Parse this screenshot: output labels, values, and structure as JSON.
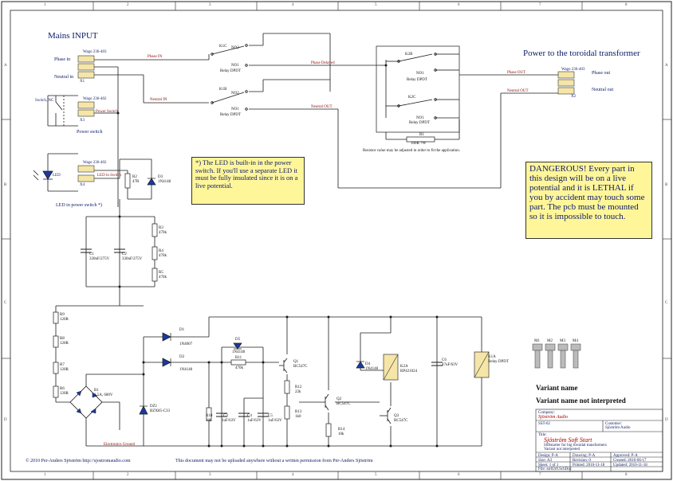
{
  "border": {
    "columns": [
      "1",
      "2",
      "3",
      "4",
      "5",
      "6",
      "7",
      "8"
    ],
    "rows": [
      "A",
      "B",
      "C",
      "D"
    ]
  },
  "titles": {
    "mains_input": "Mains INPUT",
    "power_to_toroid": "Power to the toroidal transformer"
  },
  "notes": {
    "led_note": "*) The LED is built-in in the power switch. If you'll use a separate LED it must be fully insulated since it is on a live potential.",
    "danger_note": "DANGEROUS! Every part in this design will be on a live potential and it is LETHAL if you by accident may touch some part. The pcb must be mounted so it is impossible to touch.",
    "resistor_note": "Resistor value may be adjusted in order to fit the application."
  },
  "labels": {
    "phase_in": "Phase in",
    "neutral_in": "Neutral in",
    "phase_out": "Phase out",
    "neutral_out": "Neutral out",
    "power_switch": "Power switch",
    "led_in_power_switch": "LED in power switch *)",
    "wago_x1": "Wago 236-403",
    "wago_x2": "Wago 236-403",
    "wago_x3": "Wago 236-402",
    "wago_x4": "Wago 236-402",
    "x1": "X1",
    "x2": "X2",
    "x3": "X3",
    "x4": "X4",
    "switch": "Switch, NC",
    "led": "LED",
    "variant_name": "Variant name",
    "variant_not_interpreted": "Variant name not interpreted",
    "copyright": "© 2010 Per-Anders Sjöström http://sjostromaudio.com",
    "no_upload": "This document may not be uploaded anywhere without a written permission from Per-Anders Sjöström"
  },
  "nets": {
    "phase_in": "Phase IN",
    "neutral_in": "Neutral IN",
    "phase_delayed": "Phase Delayed",
    "neutral_out": "Neutral OUT",
    "phase_out": "Phase OUT",
    "neutral_out2": "Neutral OUT",
    "power_switch": "Power Switch",
    "led_in_switch": "LED in Switch",
    "electronics_ground": "Electronics Ground"
  },
  "components": {
    "k1c": "K1C",
    "k1b": "K1B",
    "k2b": "K2B",
    "k2c": "K2C",
    "relay_dpdt": "Relay DPDT",
    "no1": "NO1",
    "no2": "NO2",
    "r1": "R1",
    "r1_val": "100R 7W",
    "r2": "R2",
    "r2_val": "47R",
    "d3": "D3",
    "d3_val": "1N4148",
    "c1": "C1",
    "c1_val": "330nF/275V",
    "c2": "C2",
    "c2_val": "330nF/275V",
    "r3": "R3",
    "r3_val": "470k",
    "r4": "R4",
    "r4_val": "470k",
    "r5": "R5",
    "r5_val": "470k",
    "r6": "R6",
    "r6_val": "120R",
    "r7": "R7",
    "r7_val": "120R",
    "r8": "R8",
    "r8_val": "120R",
    "r9": "R9",
    "r9_val": "120R",
    "b1": "B1",
    "b1_val": "1.5A, 600V",
    "d1": "D1",
    "d1_val": "1N4007",
    "d2": "D2",
    "d2_val": "1N4148",
    "dz1": "DZ1",
    "dz1_val": "BZX85-C33",
    "d5": "D5",
    "d5_val": "1N4148",
    "r11": "R11",
    "r11_val": "470k",
    "r10": "R10",
    "r10_val": "10k",
    "c3": "C3",
    "c3_val": "1uF/63V",
    "c4": "C4",
    "c4_val": "1uF/63V",
    "c5": "C5",
    "c5_val": "1uF/63V",
    "q1": "Q1",
    "q1_val": "BC547C",
    "q2": "Q2",
    "q2_val": "BC547C",
    "q3": "Q3",
    "q3_val": "BC547C",
    "r12": "R12",
    "r12_val": "22k",
    "r13": "R13",
    "r13_val": "1k0",
    "r14": "R14",
    "r14_val": "10k",
    "d4": "D4",
    "d4_val": "1N4148",
    "k2a": "K2A",
    "k2a_val": "RP421024",
    "c6": "C6",
    "c6_val": "47uF/63V",
    "k1a": "K1A",
    "k1a_val": "Relay DPDT",
    "mounting": [
      "M1",
      "M2",
      "M3",
      "M4"
    ]
  },
  "title_block": {
    "company_label": "Company:",
    "company": "Sjöström Audio",
    "customer_label": "Customer:",
    "customer": "Sjöström Audio",
    "title_label": "Title:",
    "title": "Sjöström Soft Start",
    "subtitle1": "Softstarter for big toroidal transformers",
    "subtitle2": "Variant not interpreted",
    "doc_no": "SST-02",
    "design": "Design: P-A",
    "drawing": "Drawing: P-A",
    "approved": "Approved: P-A",
    "size": "Size: A3",
    "revision": "Revision: 0",
    "created": "Created: 2010-06-17",
    "sheet": "Sheet: 1 of 1",
    "printed": "Printed: 2010-11-18",
    "updated": "Updated: 2010-11-18",
    "file": "File: sst02r0.SchDoc"
  }
}
